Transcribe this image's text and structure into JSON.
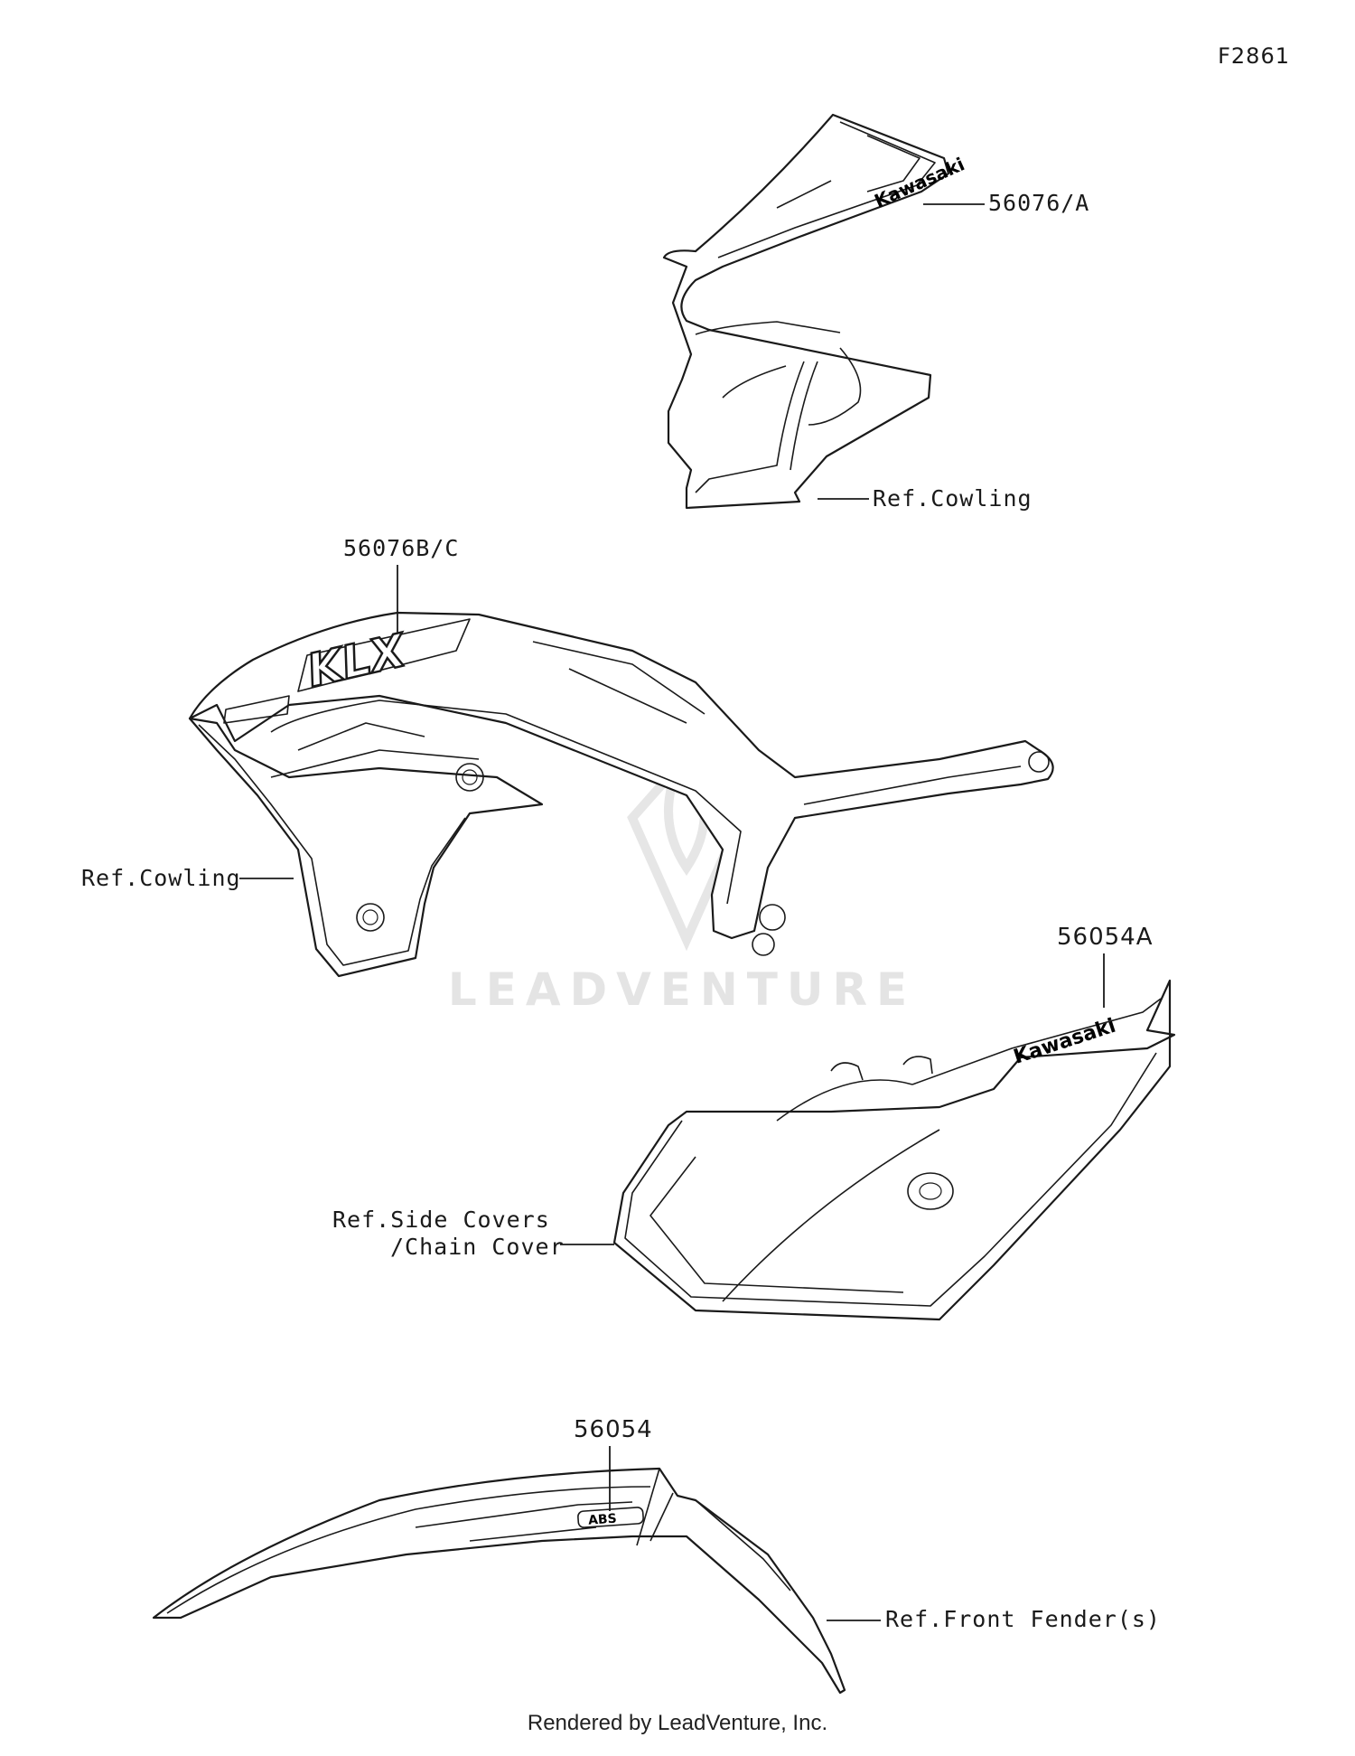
{
  "figure_code": "F2861",
  "watermark": "LEADVENTURE",
  "footer": "Rendered by LeadVenture, Inc.",
  "logos": {
    "kawasaki": "Kawasaki",
    "klx": "KLX",
    "abs": "ABS"
  },
  "callouts": [
    {
      "id": "56076-a",
      "text": "56076/A"
    },
    {
      "id": "ref-cowling-top",
      "text": "Ref.Cowling"
    },
    {
      "id": "56076b-c",
      "text": "56076B/C"
    },
    {
      "id": "ref-cowling-left",
      "text": "Ref.Cowling"
    },
    {
      "id": "56054a",
      "text": "56054A"
    },
    {
      "id": "ref-side-covers-1",
      "text": "Ref.Side Covers"
    },
    {
      "id": "ref-side-covers-2",
      "text": "/Chain Cover"
    },
    {
      "id": "56054",
      "text": "56054"
    },
    {
      "id": "ref-front-fender",
      "text": "Ref.Front Fender(s)"
    }
  ],
  "colors": {
    "line": "#1a1a1a",
    "watermark": "#e4e4e4"
  }
}
